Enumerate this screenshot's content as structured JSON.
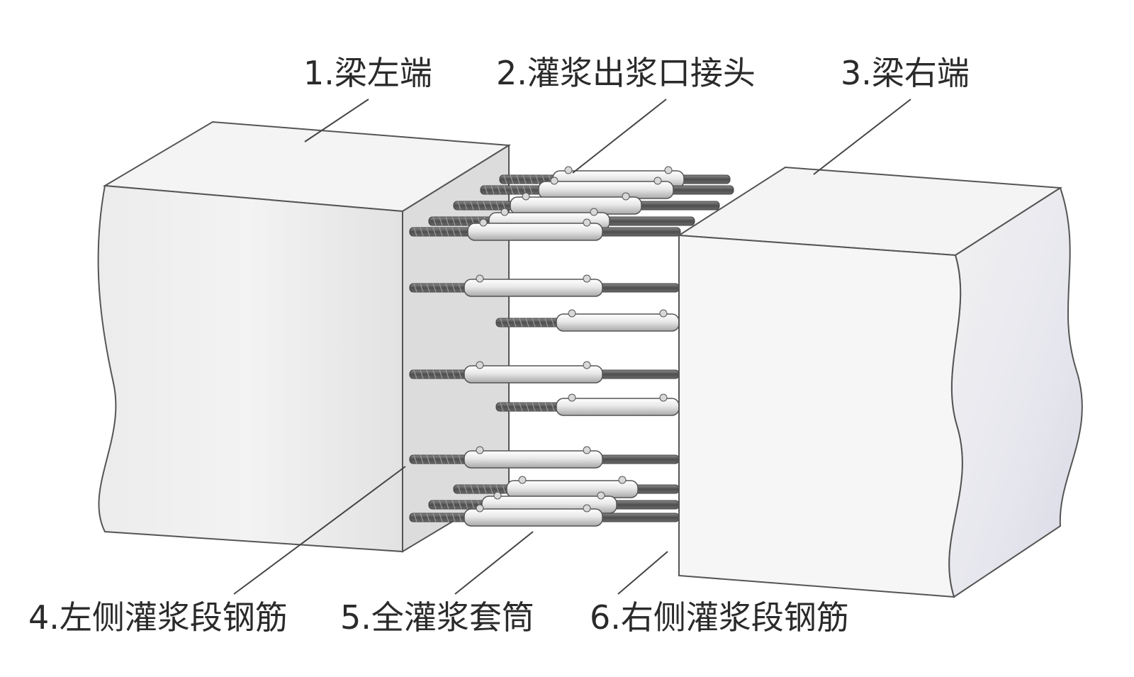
{
  "labels": {
    "beam_left_end": "1.梁左端",
    "grout_outlet_joint": "2.灌浆出浆口接头",
    "beam_right_end": "3.梁右端",
    "left_grout_rebar": "4.左侧灌浆段钢筋",
    "full_grout_sleeve": "5.全灌浆套筒",
    "right_grout_rebar": "6.右侧灌浆段钢筋"
  },
  "colors": {
    "background": "#ffffff",
    "block_face": "#e6e6e6",
    "block_top": "#f4f4f4",
    "block_side": "#d4d4d4",
    "rebar": "#5f5f5f",
    "sleeve": "#e9e9e9",
    "outline": "#555555",
    "leader": "#444444"
  }
}
